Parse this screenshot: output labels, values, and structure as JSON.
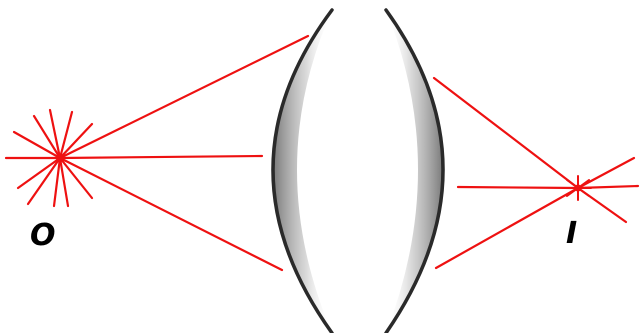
{
  "diagram": {
    "object_label": "O",
    "image_label": "I",
    "colors": {
      "ray": "#ee1111",
      "lens_edge": "#2a2a2a",
      "lens_shadow": "#9a9a9a",
      "label": "#000000"
    },
    "elements": {
      "lens": "convex-lens",
      "object_marker": "starburst-icon",
      "image_marker": "starburst-icon"
    }
  }
}
